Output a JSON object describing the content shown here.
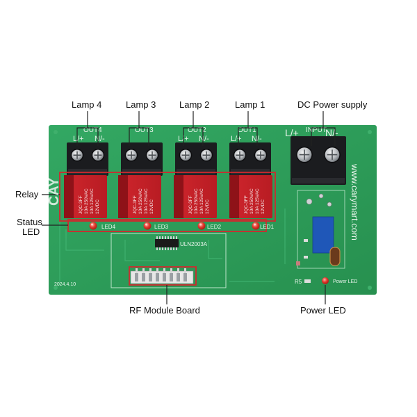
{
  "callouts": {
    "lamp4": "Lamp 4",
    "lamp3": "Lamp 3",
    "lamp2": "Lamp 2",
    "lamp1": "Lamp 1",
    "dc_power": "DC Power supply",
    "relay": "Relay",
    "status_led_line1": "Status",
    "status_led_line2": "LED",
    "rf_module": "RF Module Board",
    "power_led": "Power LED"
  },
  "board_silkscreen": {
    "out4": "OUT4",
    "out3": "OUT3",
    "out2": "OUT2",
    "out1": "OUT1",
    "input": "INPUT",
    "l_plus": "L/+",
    "n_minus": "N/-",
    "led4": "LED4",
    "led3": "LED3",
    "led2": "LED2",
    "led1": "LED1",
    "ic_label": "ULN2003A",
    "website": "www.carymart.com",
    "date": "2024.4.10",
    "power_led": "Power LED",
    "r5": "R5",
    "logo": "CAY"
  },
  "relay_text": {
    "brand": "JQC-3FF",
    "line1": "10A 250VAC",
    "line2": "10A 125VAC",
    "line3": "12VDC"
  },
  "colors": {
    "pcb_green": "#2e9e5b",
    "callout_box_red": "#d0282e",
    "led_red": "#e2382d",
    "relay_body": "#c41f26",
    "terminal_black": "#1b1c1f"
  }
}
